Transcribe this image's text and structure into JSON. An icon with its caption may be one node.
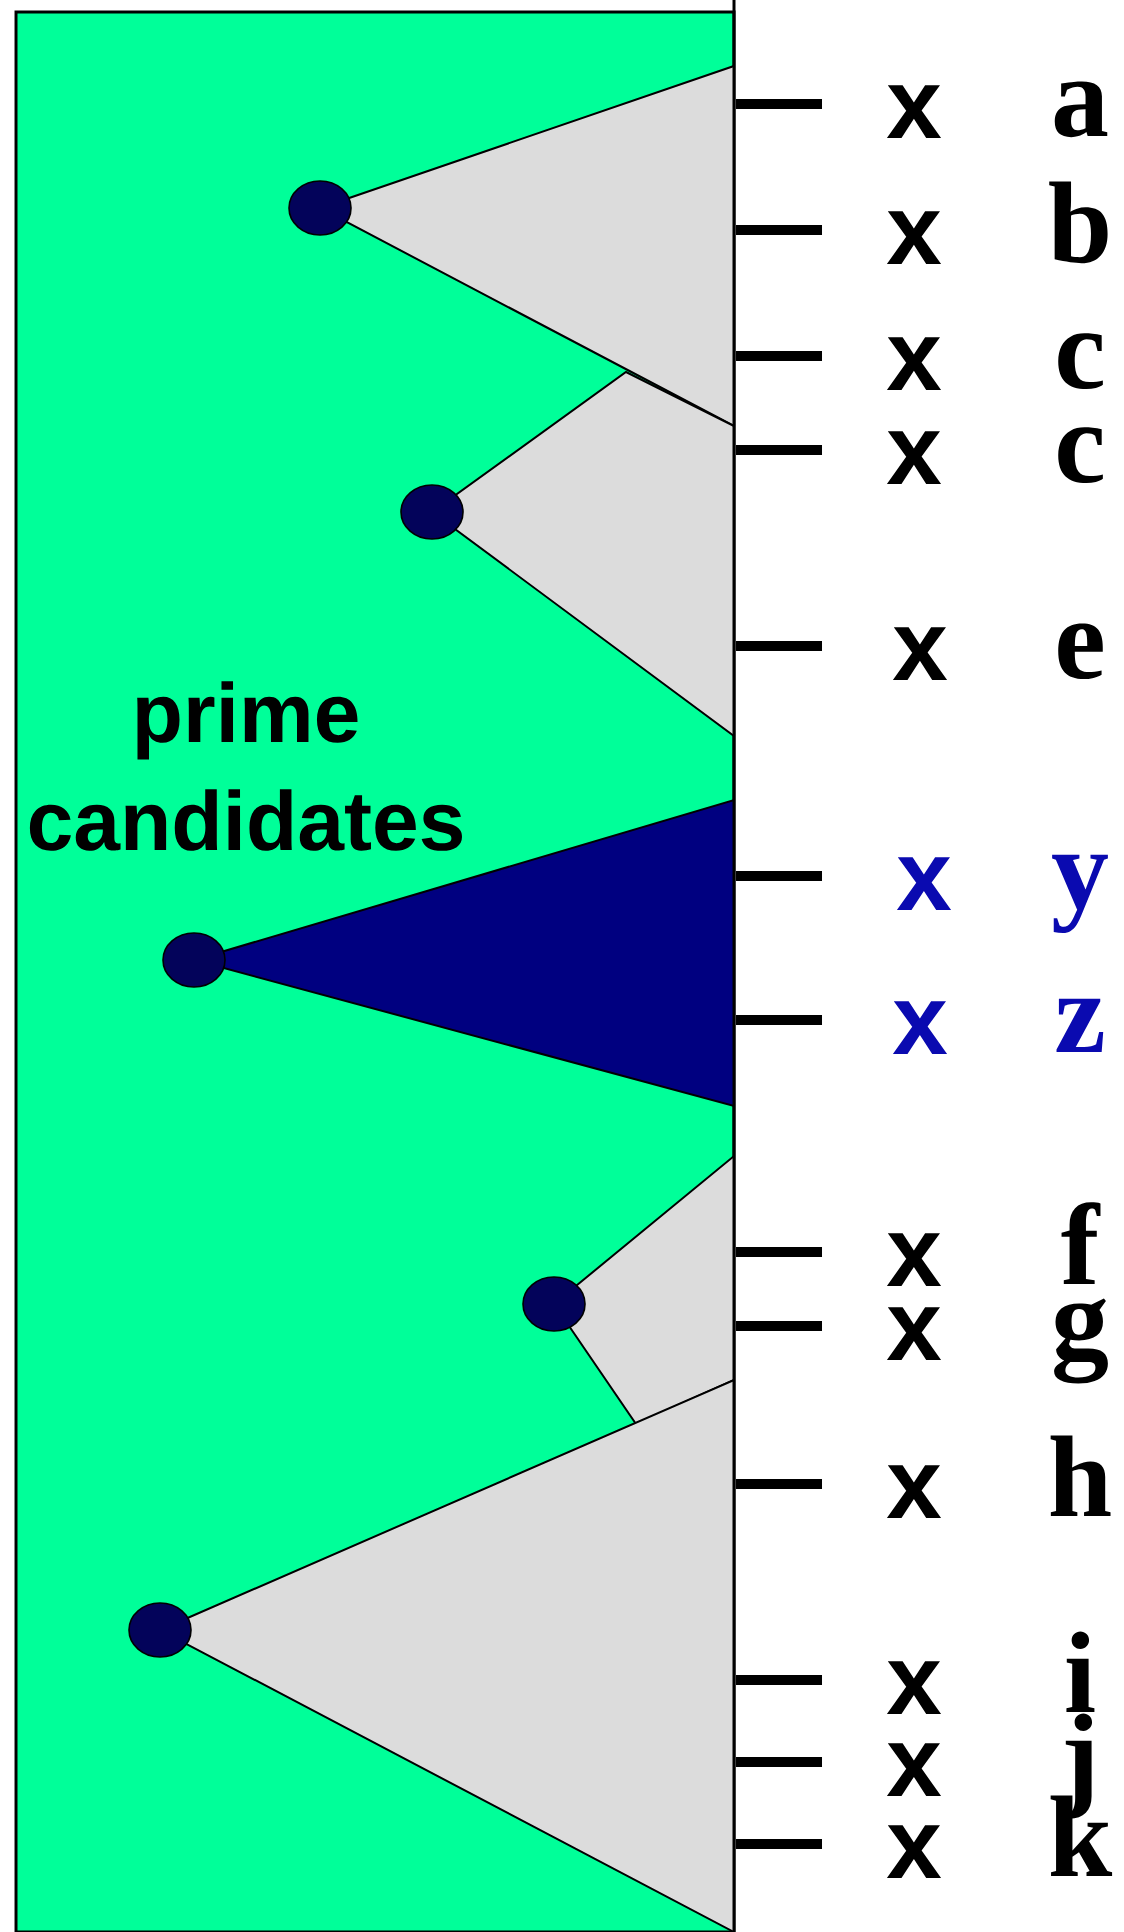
{
  "diagram": {
    "nodes": [
      {
        "text": [
          "prime candidates"
        ]
      },
      {
        "text": [],
        "shape": "circle",
        "in": 0
      },
      {
        "text": [],
        "shape": "circle",
        "in": 0
      },
      {
        "text": [],
        "shape": "circle",
        "in": 0
      },
      {
        "text": [],
        "shape": "circle",
        "in": 0
      },
      {
        "text": [],
        "shape": "circle",
        "in": 0
      }
    ],
    "labels": [
      "x",
      "a",
      "x",
      "b",
      "x",
      "c",
      "x",
      "c",
      "x",
      "e",
      "x",
      "y",
      "x",
      "z",
      "x",
      "f",
      "x",
      "g",
      "x",
      "h",
      "x",
      "i",
      "x",
      "j",
      "x",
      "k"
    ]
  }
}
